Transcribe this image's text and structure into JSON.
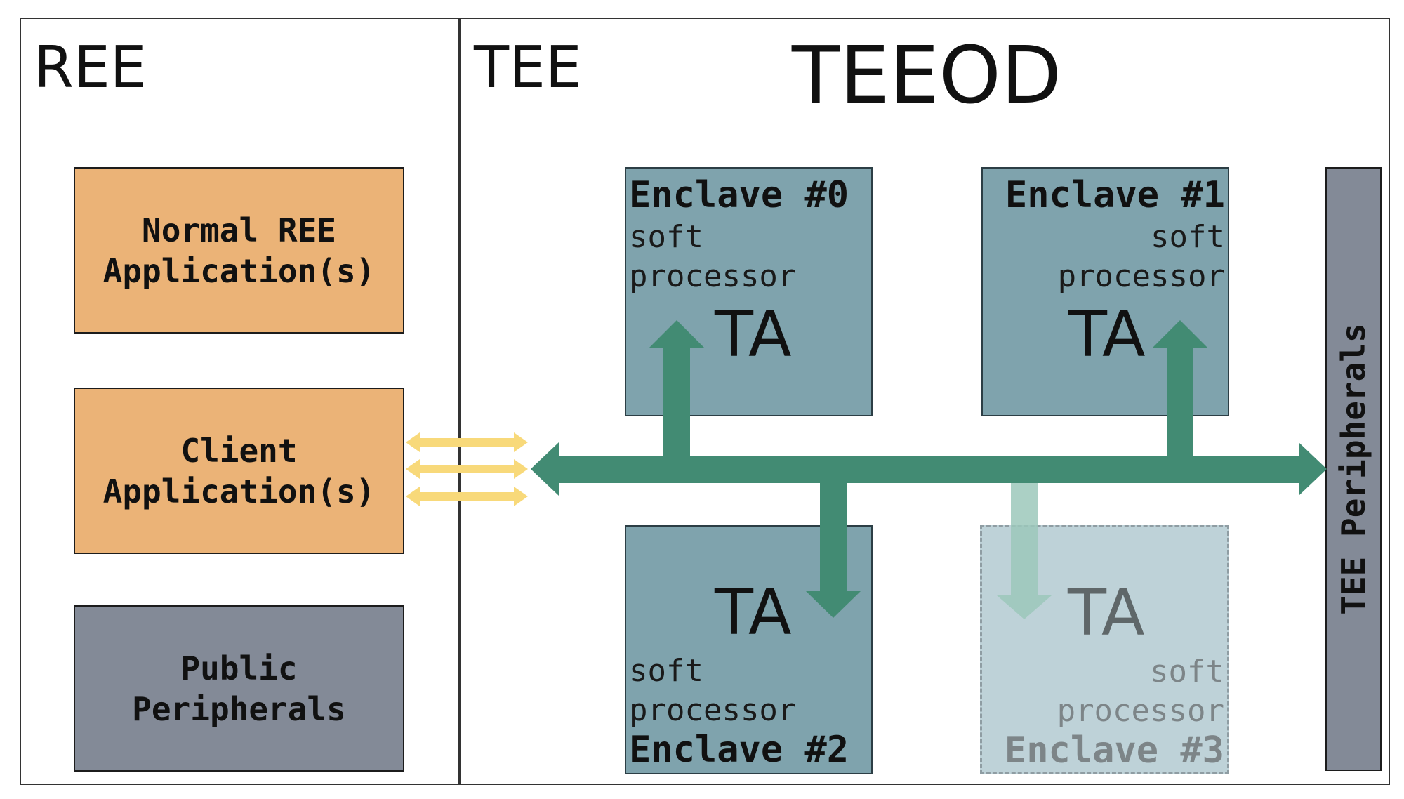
{
  "zones": {
    "ree_label": "REE",
    "tee_label": "TEE",
    "title": "TEEOD"
  },
  "ree_boxes": {
    "normal_app": [
      "Normal REE",
      "Application(s)"
    ],
    "client_app": [
      "Client",
      "Application(s)"
    ],
    "public_peripherals": [
      "Public",
      "Peripherals"
    ]
  },
  "enclaves": [
    {
      "name": "Enclave #0",
      "soft": "soft",
      "processor": "processor",
      "ta": "TA"
    },
    {
      "name": "Enclave #1",
      "soft": "soft",
      "processor": "processor",
      "ta": "TA"
    },
    {
      "name": "Enclave #2",
      "soft": "soft",
      "processor": "processor",
      "ta": "TA"
    },
    {
      "name": "Enclave #3",
      "soft": "soft",
      "processor": "processor",
      "ta": "TA"
    }
  ],
  "tee_peripherals": "TEE Peripherals",
  "colors": {
    "orange": "#ebb377",
    "gray": "#838a97",
    "enclave": "#7fa3ad",
    "enclave_ghost": "#bed2d8",
    "bus": "#428b73",
    "bus_ghost": "#9cc8bb",
    "link": "#f8d97a"
  }
}
